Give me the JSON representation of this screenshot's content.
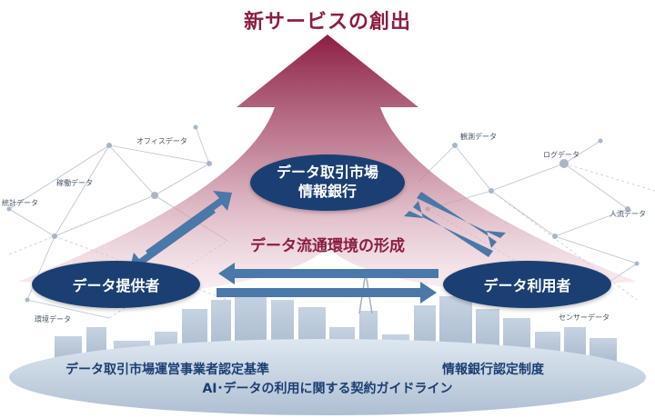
{
  "title": "新サービスの創出",
  "subtitle": "データ流通環境の形成",
  "nodes": {
    "center_line1": "データ取引市場",
    "center_line2": "情報銀行",
    "provider": "データ提供者",
    "user": "データ利用者"
  },
  "data_tags": {
    "office": "オフィスデータ",
    "operation": "稼働データ",
    "statistics": "統計データ",
    "environment": "環境データ",
    "observation": "観測データ",
    "log": "ログデータ",
    "people_flow": "人流データ",
    "sensor": "センサーデータ"
  },
  "base": {
    "standard": "データ取引市場運営事業者認定基準",
    "certification": "情報銀行認定制度",
    "guideline": "AI･データの利用に関する契約ガイドライン"
  },
  "colors": {
    "title": "#8b1e42",
    "node_fill": "#1b3f73",
    "arrow": "#4a78a8",
    "base_text": "#1b3f73"
  }
}
